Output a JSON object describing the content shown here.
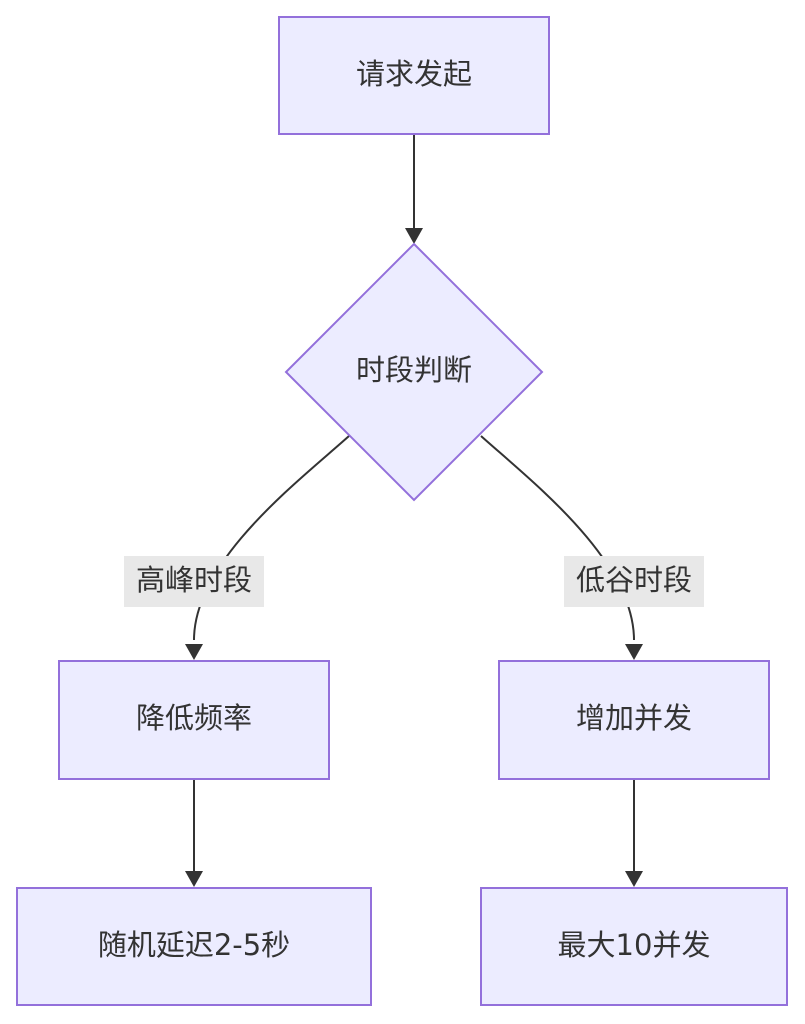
{
  "nodes": {
    "start": "请求发起",
    "decision": "时段判断",
    "lower_rate": "降低频率",
    "increase_concurrency": "增加并发",
    "random_delay": "随机延迟2-5秒",
    "max_concurrency": "最大10并发"
  },
  "edge_labels": {
    "peak": "高峰时段",
    "off_peak": "低谷时段"
  },
  "colors": {
    "node_fill": "#ececff",
    "node_stroke": "#9370db",
    "line": "#333333",
    "label_bg": "#e8e8e8"
  }
}
